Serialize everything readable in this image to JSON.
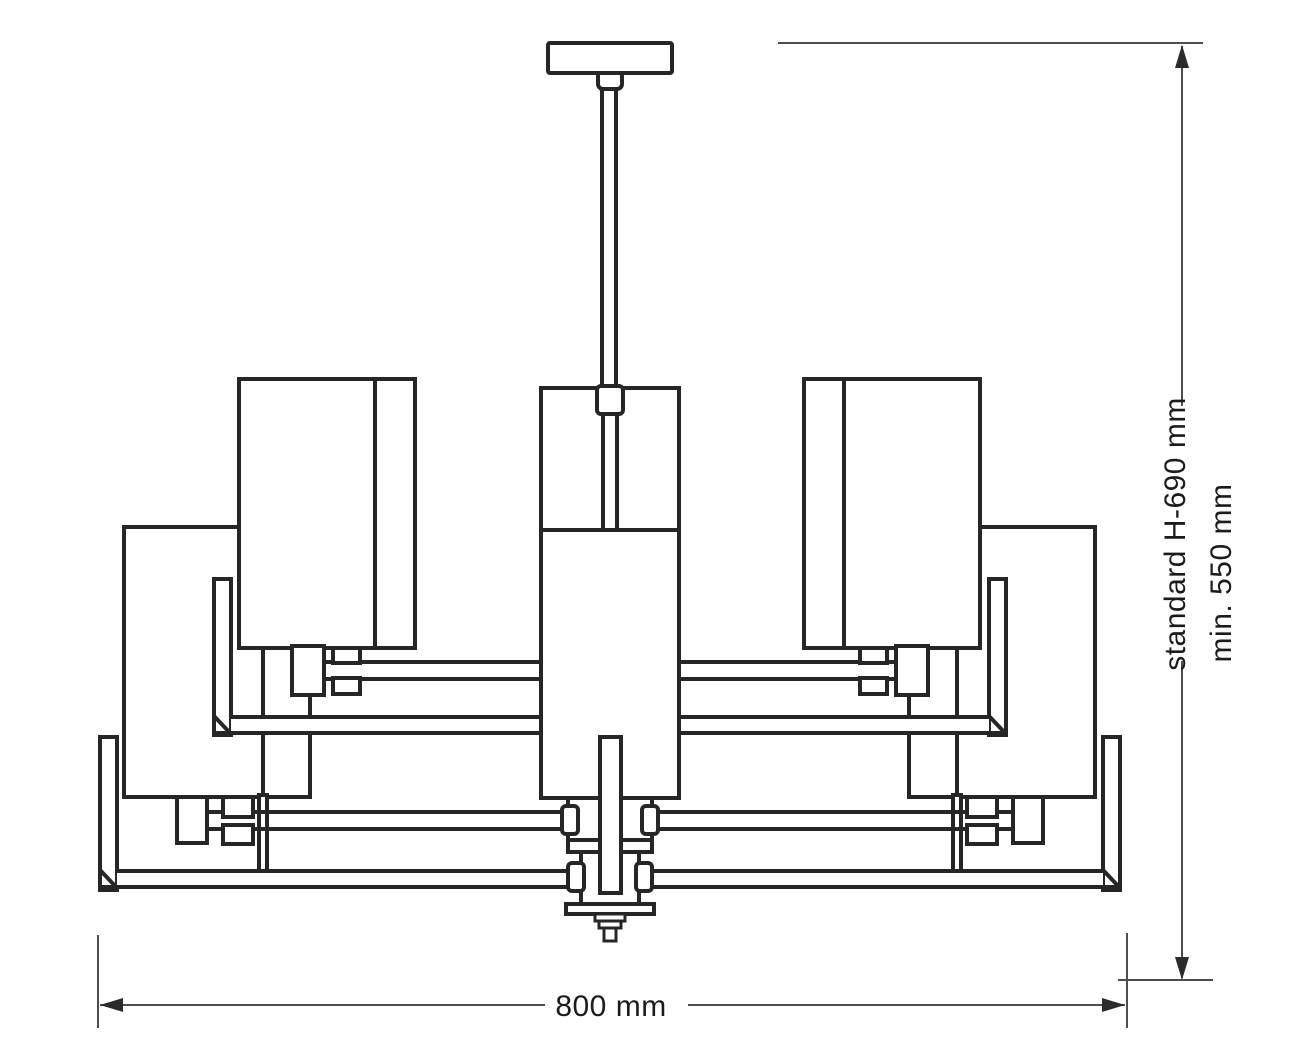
{
  "drawing": {
    "subject": "chandelier-technical-drawing",
    "view": "side-elevation"
  },
  "labels": {
    "height_standard": "standard H-690 mm",
    "height_min": "min. 550 mm",
    "width": "800 mm"
  },
  "colors": {
    "background": "#ffffff",
    "drawing_line": "#262626",
    "dimension_line": "#4d4d4d",
    "text": "#1b1b1b"
  }
}
